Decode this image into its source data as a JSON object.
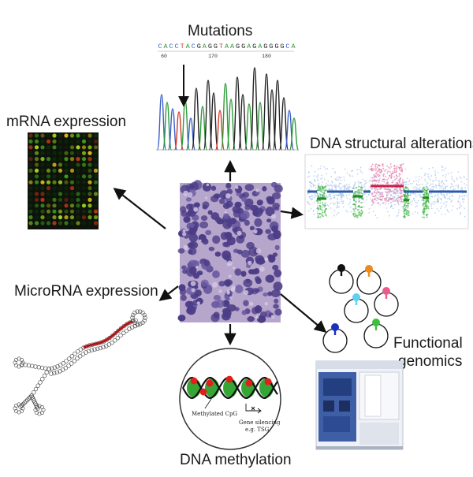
{
  "center": {
    "name": "tumor-histology"
  },
  "labels": {
    "mutations": "Mutations",
    "mrna": "mRNA expression",
    "dna_struct": "DNA structural alterations",
    "microrna": "MicroRNA expression",
    "functional_line1": "Functional",
    "functional_line2": "genomics",
    "methylation": "DNA methylation"
  },
  "sequence": {
    "letters": "CACCTACGAGGTAAGGAGAGGGGCA",
    "ticks": [
      "60",
      "170",
      "180"
    ]
  },
  "methylation_panel": {
    "methylated_label": "Methylated CpG",
    "silencing_line1": "Gene silencing",
    "silencing_line2": "e.g. TSG"
  },
  "colors": {
    "base_C": "#3a5fc8",
    "base_A": "#2e9a3a",
    "base_G": "#222222",
    "base_T": "#d23a2a",
    "microarray_bg": "#0d130a",
    "histology_bg": "#b7a6cc",
    "histology_nucleus": "#4b3c86",
    "structural_blue": "#2b5aa8",
    "structural_red": "#d01a4a",
    "structural_green": "#30b030",
    "mirna_red": "#b01818",
    "arrow": "#111111"
  }
}
